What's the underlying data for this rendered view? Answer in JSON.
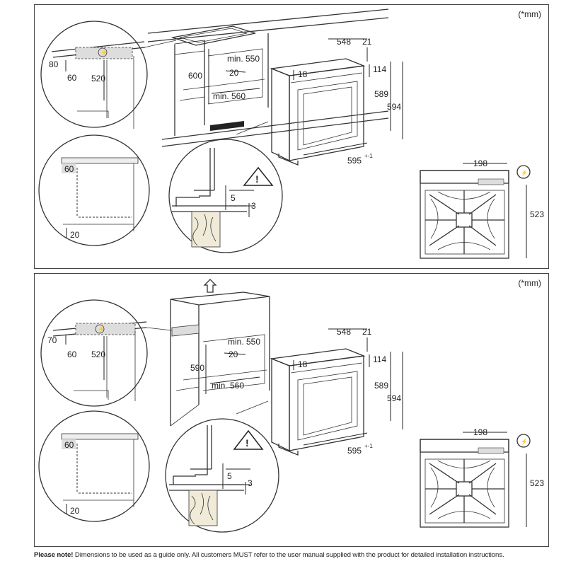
{
  "unit_label": "(*mm)",
  "panels": [
    {
      "name": "hob-installation",
      "dims": {
        "hob_gap": "80",
        "hob_inset": "60",
        "hob_depth": "520",
        "height": "600",
        "min_depth": "min. 550",
        "gap_back": "20",
        "min_width": "min. 560",
        "cab_inset": "60",
        "cab_bottom": "20",
        "gap_a": "5",
        "gap_b": "3",
        "oven_depth": "548",
        "oven_front": "21",
        "oven_top": "18",
        "oven_side": "114",
        "oven_h1": "589",
        "oven_h2": "594",
        "oven_width": "595",
        "oven_tol": "+-1",
        "plan_width": "198",
        "plan_depth": "523"
      }
    },
    {
      "name": "column-installation",
      "dims": {
        "hob_gap": "70",
        "hob_inset": "60",
        "hob_depth": "520",
        "height": "590",
        "min_depth": "min. 550",
        "gap_back": "20",
        "min_width": "min. 560",
        "cab_inset": "60",
        "cab_bottom": "20",
        "gap_a": "5",
        "gap_b": "3",
        "oven_depth": "548",
        "oven_front": "21",
        "oven_top": "18",
        "oven_side": "114",
        "oven_h1": "589",
        "oven_h2": "594",
        "oven_width": "595",
        "oven_tol": "+-1",
        "plan_width": "198",
        "plan_depth": "523"
      }
    }
  ],
  "footer": {
    "note_label": "Please note!",
    "note_text": " Dimensions to be used as a guide only. All customers MUST refer to the user manual supplied with the product for detailed installation instructions."
  }
}
